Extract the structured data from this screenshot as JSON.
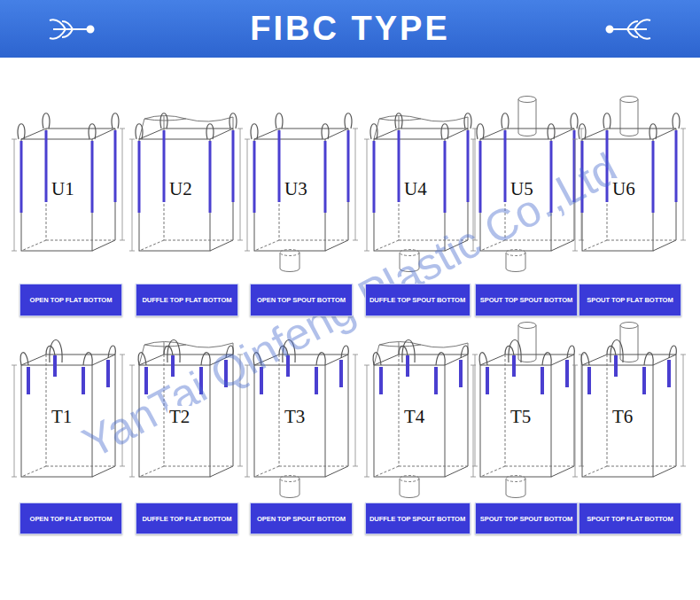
{
  "diagram": {
    "title": "FIBC TYPE",
    "nodes": [
      {
        "text": [
          "U1"
        ]
      },
      {
        "text": [
          "U2"
        ]
      },
      {
        "text": [
          "U3"
        ]
      },
      {
        "text": [
          "U4"
        ]
      },
      {
        "text": [
          "U5"
        ]
      },
      {
        "text": [
          "U6"
        ]
      },
      {
        "text": [
          "OPEN TOP FLAT BOTTOM"
        ]
      },
      {
        "text": [
          "DUFFLE TOP FLAT BOTTOM"
        ]
      },
      {
        "text": [
          "OPEN TOP SPOUT BOTTOM"
        ]
      },
      {
        "text": [
          "DUFFLE TOP SPOUT BOTTOM"
        ]
      },
      {
        "text": [
          "SPOUT TOP SPOUT BOTTOM"
        ]
      },
      {
        "text": [
          "SPOUT TOP FLAT BOTTOM"
        ]
      },
      {
        "text": [
          "T1"
        ]
      },
      {
        "text": [
          "T2"
        ]
      },
      {
        "text": [
          "T3"
        ]
      },
      {
        "text": [
          "T4"
        ]
      },
      {
        "text": [
          "T5"
        ]
      },
      {
        "text": [
          "T6"
        ]
      },
      {
        "text": [
          "OPEN TOP FLAT BOTTOM"
        ]
      },
      {
        "text": [
          "DUFFLE TOP FLAT BOTTOM"
        ]
      },
      {
        "text": [
          "OPEN TOP SPOUT BOTTOM"
        ]
      },
      {
        "text": [
          "DUFFLE TOP SPOUT BOTTOM"
        ]
      },
      {
        "text": [
          "SPOUT TOP SPOUT BOTTOM"
        ]
      },
      {
        "text": [
          "SPOUT TOP FLAT BOTTOM"
        ]
      }
    ],
    "labels": [
      "YanTai Qinfeng Plastic Co.,Ltd"
    ]
  }
}
